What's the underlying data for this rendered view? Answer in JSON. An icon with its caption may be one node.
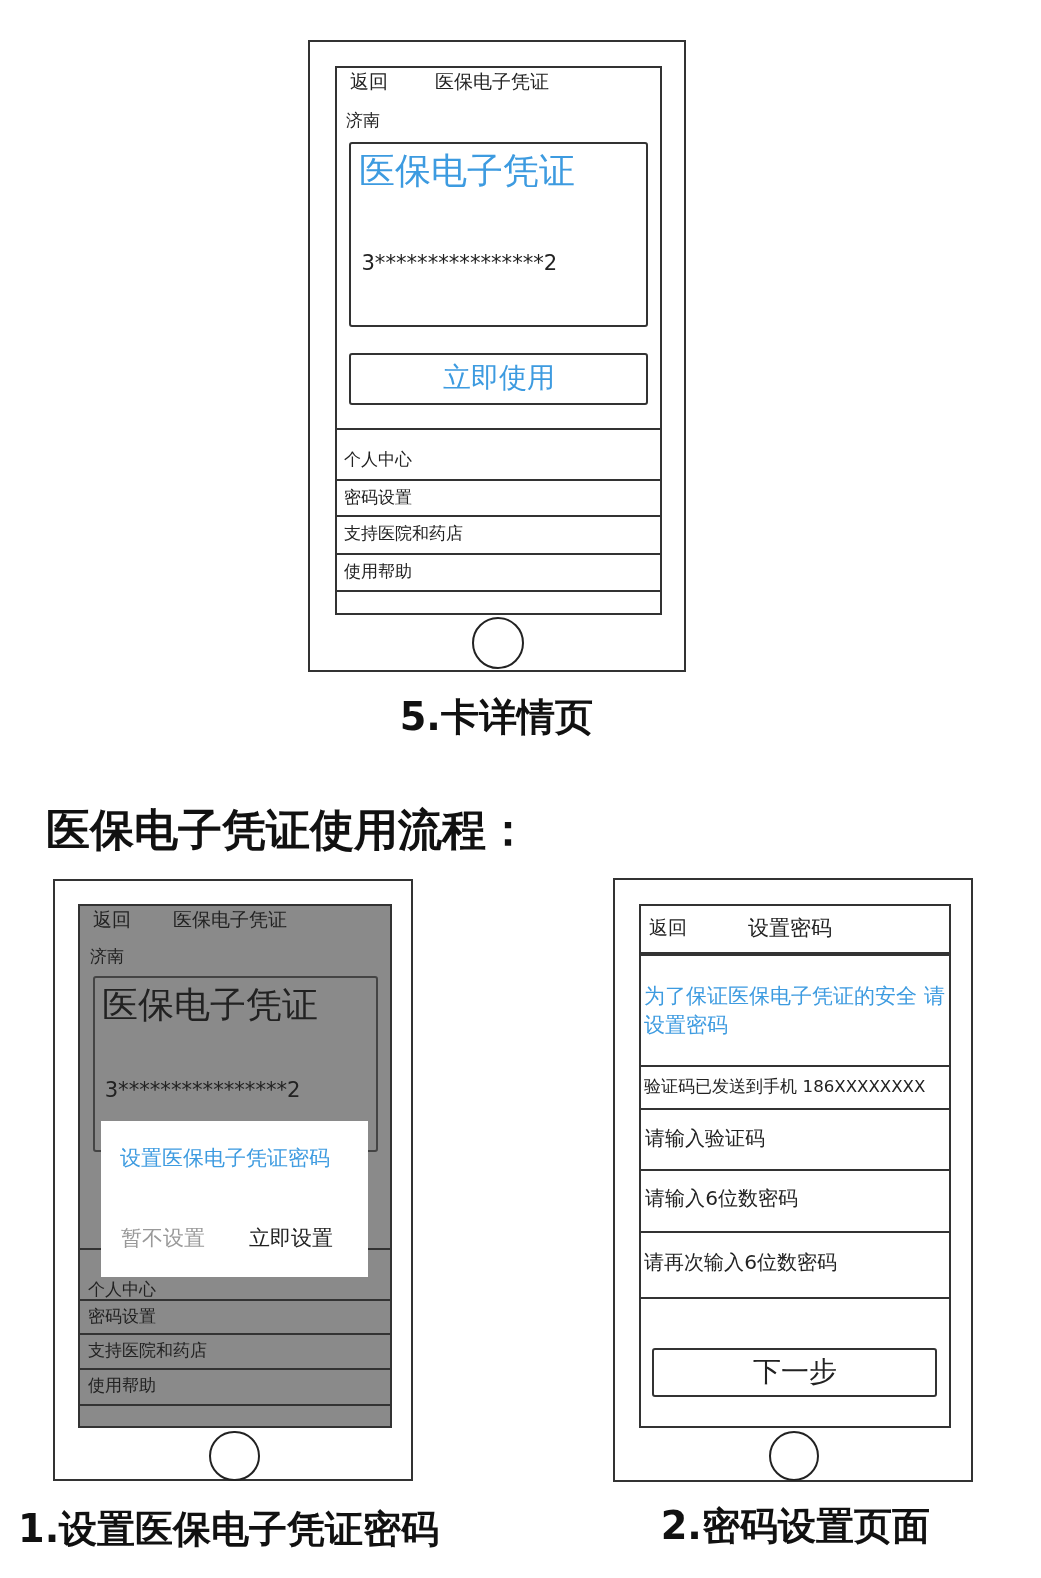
{
  "diagram": {
    "title": "医保电子凭证使用流程：",
    "nodes": [
      {
        "text": [],
        "shape": "box",
        "beside": [
          "5.卡详情页"
        ]
      },
      {
        "text": [
          "返回",
          "医保电子凭证"
        ],
        "in": 0
      },
      {
        "text": [
          "医保电子凭证",
          "3****************2"
        ],
        "in": 0
      },
      {
        "text": [
          "立即使用"
        ],
        "in": 0
      },
      {
        "text": [
          "个人中心"
        ],
        "in": 0
      },
      {
        "text": [
          "密码设置"
        ],
        "in": 0
      },
      {
        "text": [
          "支持医院和药店"
        ],
        "in": 0
      },
      {
        "text": [
          "使用帮助"
        ],
        "in": 0
      },
      {
        "text": [],
        "shape": "box",
        "in": 0
      },
      {
        "text": [],
        "shape": "circle",
        "in": 0
      },
      {
        "text": [],
        "shape": "box",
        "beside": [
          "1.设置医保电子凭证密码"
        ]
      },
      {
        "text": [
          "返回",
          "医保电子凭证"
        ],
        "in": 10
      },
      {
        "text": [
          "医保电子凭证",
          "3****************2"
        ],
        "in": 10
      },
      {
        "text": [
          "设置医保电子凭证密码"
        ],
        "in": 10
      },
      {
        "text": [
          "暂不设置"
        ],
        "in": 13
      },
      {
        "text": [
          "立即设置"
        ],
        "in": 13
      },
      {
        "text": [
          "个人中心"
        ],
        "in": 10
      },
      {
        "text": [
          "密码设置"
        ],
        "in": 10
      },
      {
        "text": [
          "支持医院和药店"
        ],
        "in": 10
      },
      {
        "text": [
          "使用帮助"
        ],
        "in": 10
      },
      {
        "text": [],
        "shape": "box",
        "in": 10
      },
      {
        "text": [],
        "shape": "circle",
        "in": 10
      },
      {
        "text": [],
        "shape": "box",
        "beside": [
          "2.密码设置页面"
        ]
      },
      {
        "text": [
          "返回",
          "设置密码"
        ],
        "in": 22
      },
      {
        "text": [
          "为了保证医保电子凭证的安全 请设置密码"
        ],
        "in": 22
      },
      {
        "text": [
          "验证码已发送到手机 186XXXXXXXX"
        ],
        "in": 22
      },
      {
        "text": [
          "请输入验证码"
        ],
        "in": 22
      },
      {
        "text": [
          "请输入6位数密码"
        ],
        "in": 22
      },
      {
        "text": [
          "请再次输入6位数密码"
        ],
        "in": 22
      },
      {
        "text": [],
        "shape": "box",
        "in": 22
      },
      {
        "text": [
          "下一步"
        ],
        "in": 29
      },
      {
        "text": [],
        "shape": "circle",
        "in": 22
      }
    ],
    "labels": [
      "济南",
      "济南"
    ]
  }
}
